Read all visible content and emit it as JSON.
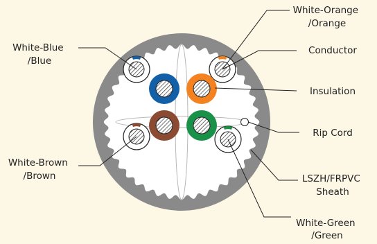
{
  "labels": {
    "white_blue": [
      "White-Blue",
      "/Blue"
    ],
    "white_brown": [
      "White-Brown",
      "/Brown"
    ],
    "white_orange": [
      "White-Orange",
      "/Orange"
    ],
    "conductor": "Conductor",
    "insulation": "Insulation",
    "rip_cord": "Rip Cord",
    "sheath": [
      "LSZH/FRPVC",
      "Sheath"
    ],
    "white_green": [
      "White-Green",
      "/Green"
    ]
  },
  "colors": {
    "background": "#fdf7e6",
    "sheath": "#8a8a8a",
    "core_fill": "#ffffff",
    "blue": "#1460a8",
    "orange": "#f58220",
    "brown": "#8b4a32",
    "green": "#1a9148",
    "outline": "#222222"
  }
}
